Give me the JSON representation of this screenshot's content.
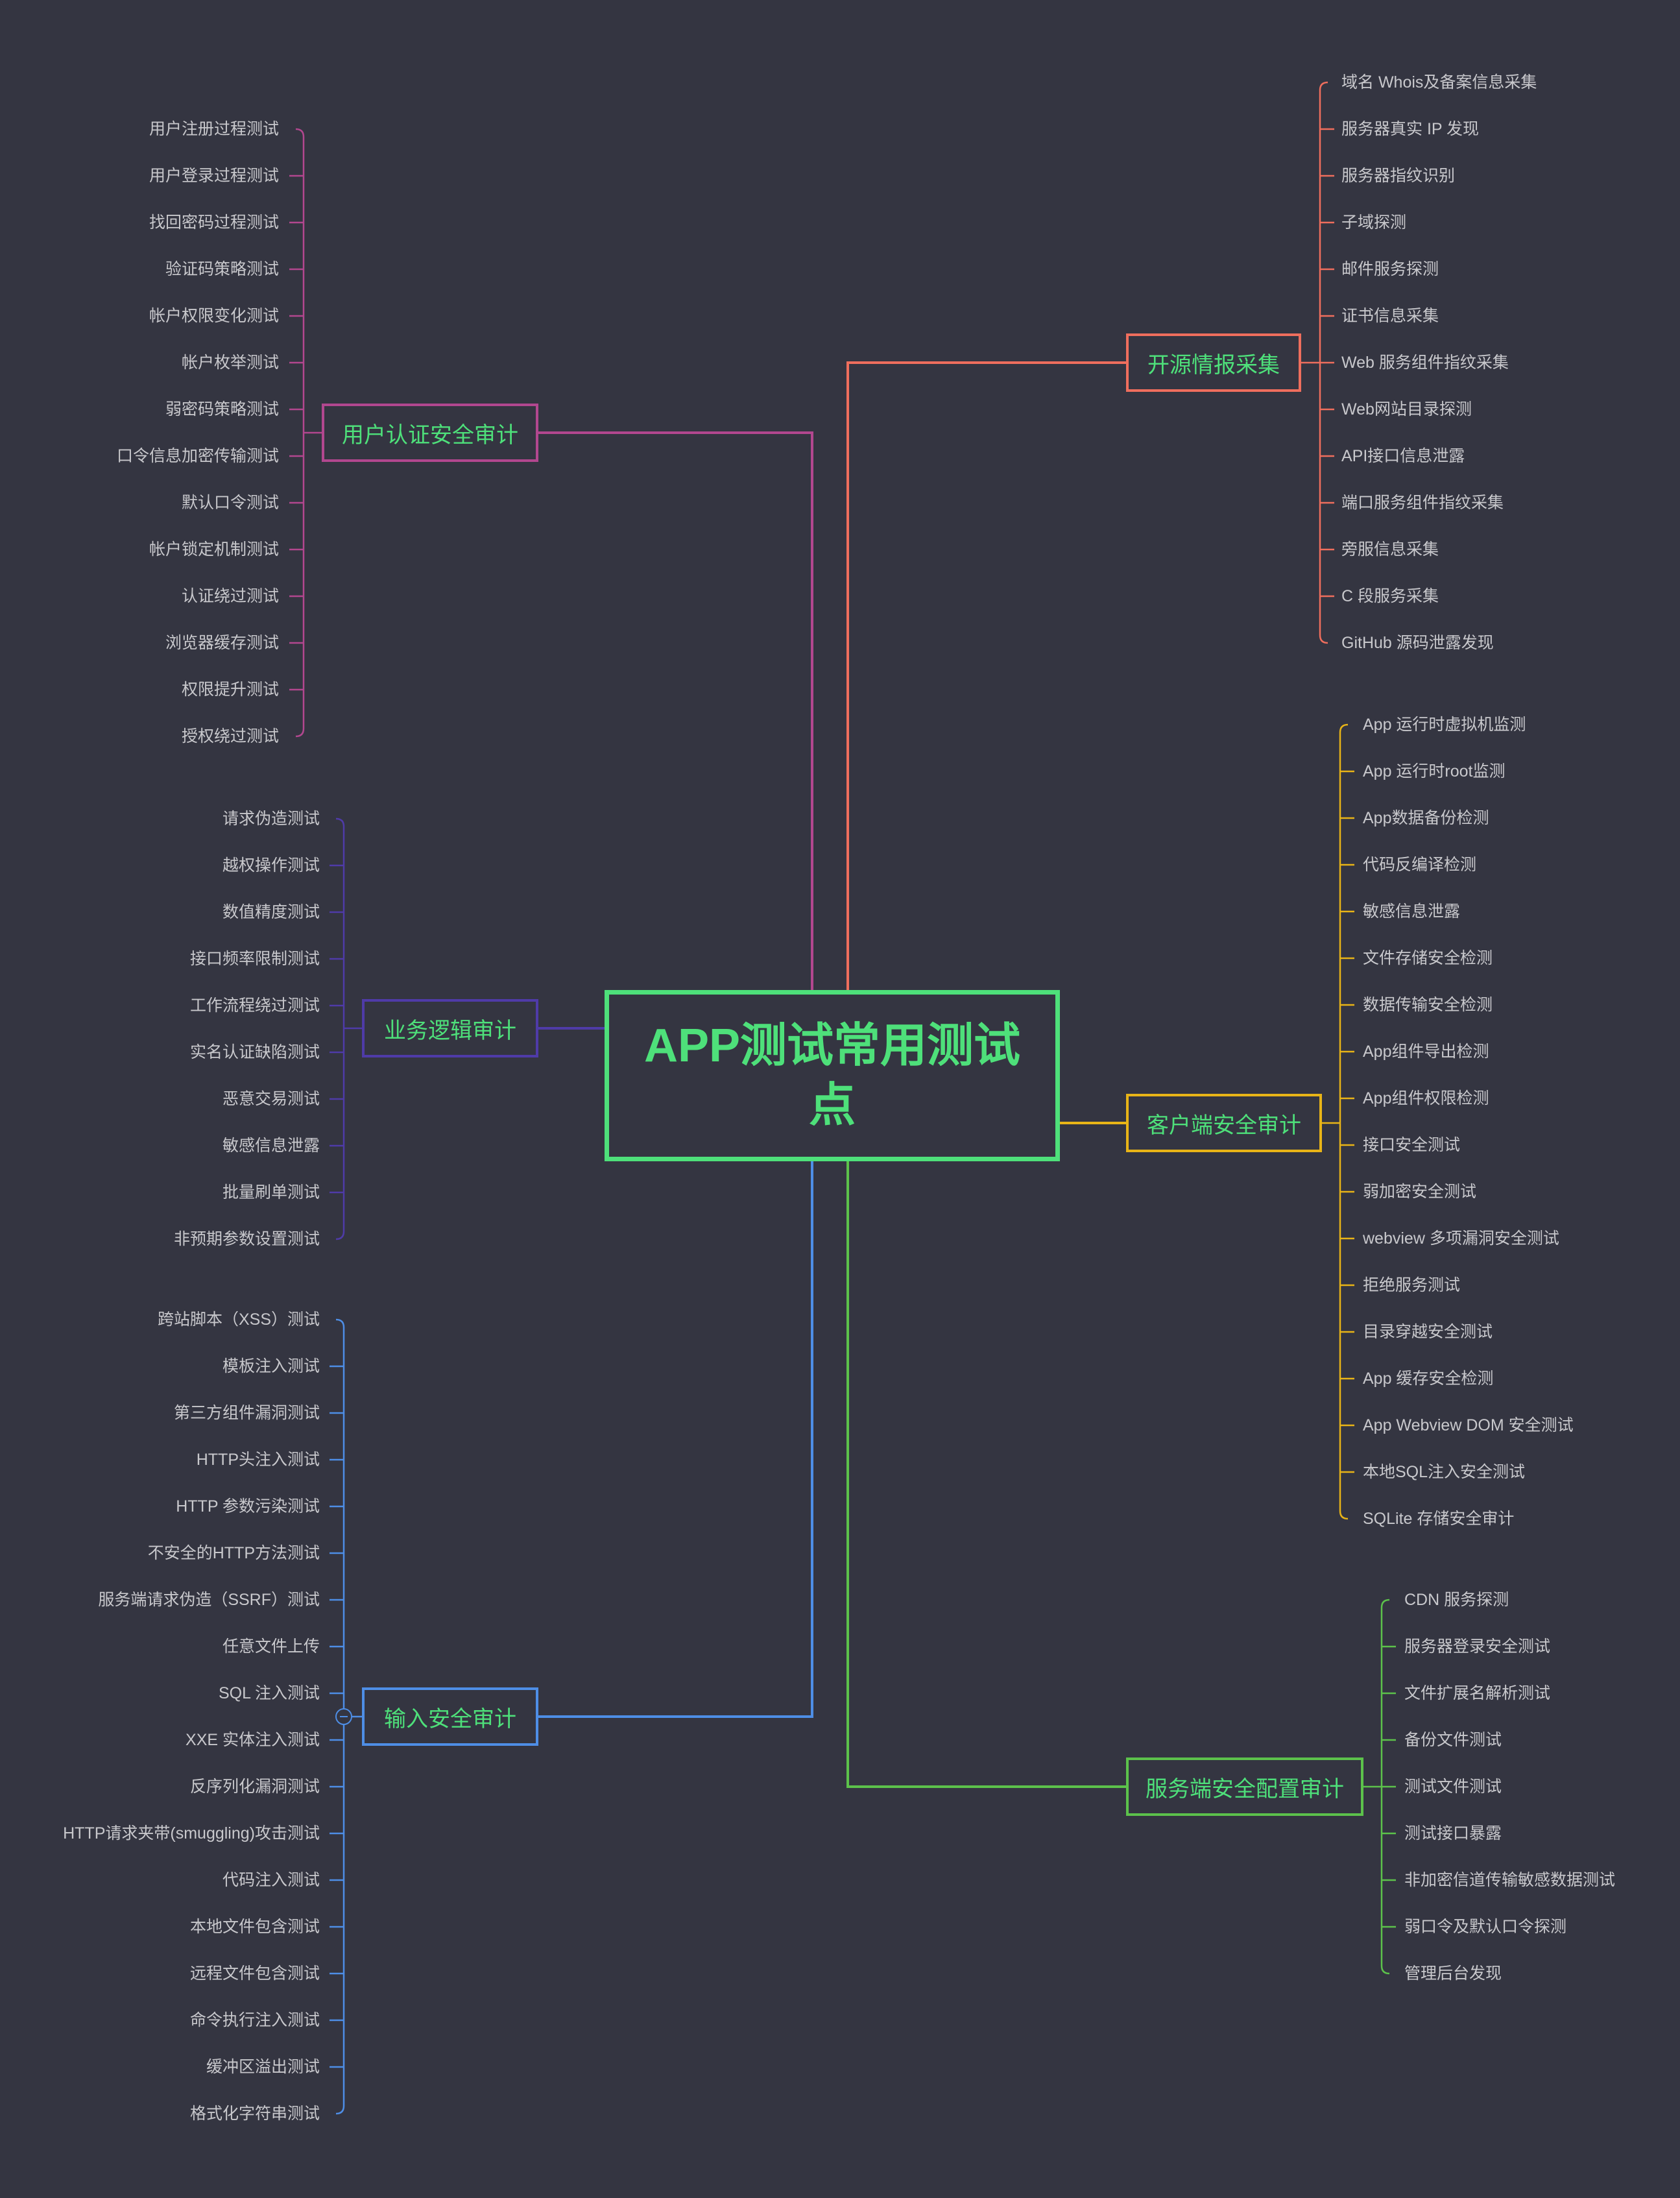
{
  "root": {
    "title": "APP测试常用测试点",
    "color": "#4ee07a"
  },
  "branches": [
    {
      "id": "osint",
      "label": "开源情报采集",
      "color": "#ef6e5d",
      "side": "right",
      "items": [
        "域名 Whois及备案信息采集",
        "服务器真实 IP 发现",
        "服务器指纹识别",
        "子域探测",
        "邮件服务探测",
        "证书信息采集",
        "Web 服务组件指纹采集",
        "Web网站目录探测",
        "API接口信息泄露",
        "端口服务组件指纹采集",
        "旁服信息采集",
        "C 段服务采集",
        "GitHub 源码泄露发现"
      ]
    },
    {
      "id": "auth",
      "label": "用户认证安全审计",
      "color": "#b2478f",
      "side": "left",
      "items": [
        "用户注册过程测试",
        "用户登录过程测试",
        "找回密码过程测试",
        "验证码策略测试",
        "帐户权限变化测试",
        "帐户枚举测试",
        "弱密码策略测试",
        "口令信息加密传输测试",
        "默认口令测试",
        "帐户锁定机制测试",
        "认证绕过测试",
        "浏览器缓存测试",
        "权限提升测试",
        "授权绕过测试"
      ]
    },
    {
      "id": "client",
      "label": "客户端安全审计",
      "color": "#e8b417",
      "side": "right",
      "items": [
        "App 运行时虚拟机监测",
        "App 运行时root监测",
        "App数据备份检测",
        "代码反编译检测",
        "敏感信息泄露",
        "文件存储安全检测",
        "数据传输安全检测",
        "App组件导出检测",
        "App组件权限检测",
        "接口安全测试",
        "弱加密安全测试",
        "webview 多项漏洞安全测试",
        "拒绝服务测试",
        "目录穿越安全测试",
        "App 缓存安全检测",
        "App Webview DOM 安全测试",
        "本地SQL注入安全测试",
        "SQLite 存储安全审计"
      ]
    },
    {
      "id": "logic",
      "label": "业务逻辑审计",
      "color": "#4f3ba8",
      "side": "left",
      "items": [
        "请求伪造测试",
        "越权操作测试",
        "数值精度测试",
        "接口频率限制测试",
        "工作流程绕过测试",
        "实名认证缺陷测试",
        "恶意交易测试",
        "敏感信息泄露",
        "批量刷单测试",
        "非预期参数设置测试"
      ]
    },
    {
      "id": "input",
      "label": "输入安全审计",
      "color": "#4e8ee6",
      "side": "left",
      "items": [
        "跨站脚本（XSS）测试",
        "模板注入测试",
        "第三方组件漏洞测试",
        "HTTP头注入测试",
        "HTTP 参数污染测试",
        "不安全的HTTP方法测试",
        "服务端请求伪造（SSRF）测试",
        "任意文件上传",
        "SQL 注入测试",
        "XXE 实体注入测试",
        "反序列化漏洞测试",
        "HTTP请求夹带(smuggling)攻击测试",
        "代码注入测试",
        "本地文件包含测试",
        "远程文件包含测试",
        "命令执行注入测试",
        "缓冲区溢出测试",
        "格式化字符串测试"
      ]
    },
    {
      "id": "server",
      "label": "服务端安全配置审计",
      "color": "#5cc24b",
      "side": "right",
      "items": [
        "CDN 服务探测",
        "服务器登录安全测试",
        "文件扩展名解析测试",
        "备份文件测试",
        "测试文件测试",
        "测试接口暴露",
        "非加密信道传输敏感数据测试",
        "弱口令及默认口令探测",
        "管理后台发现"
      ]
    }
  ]
}
